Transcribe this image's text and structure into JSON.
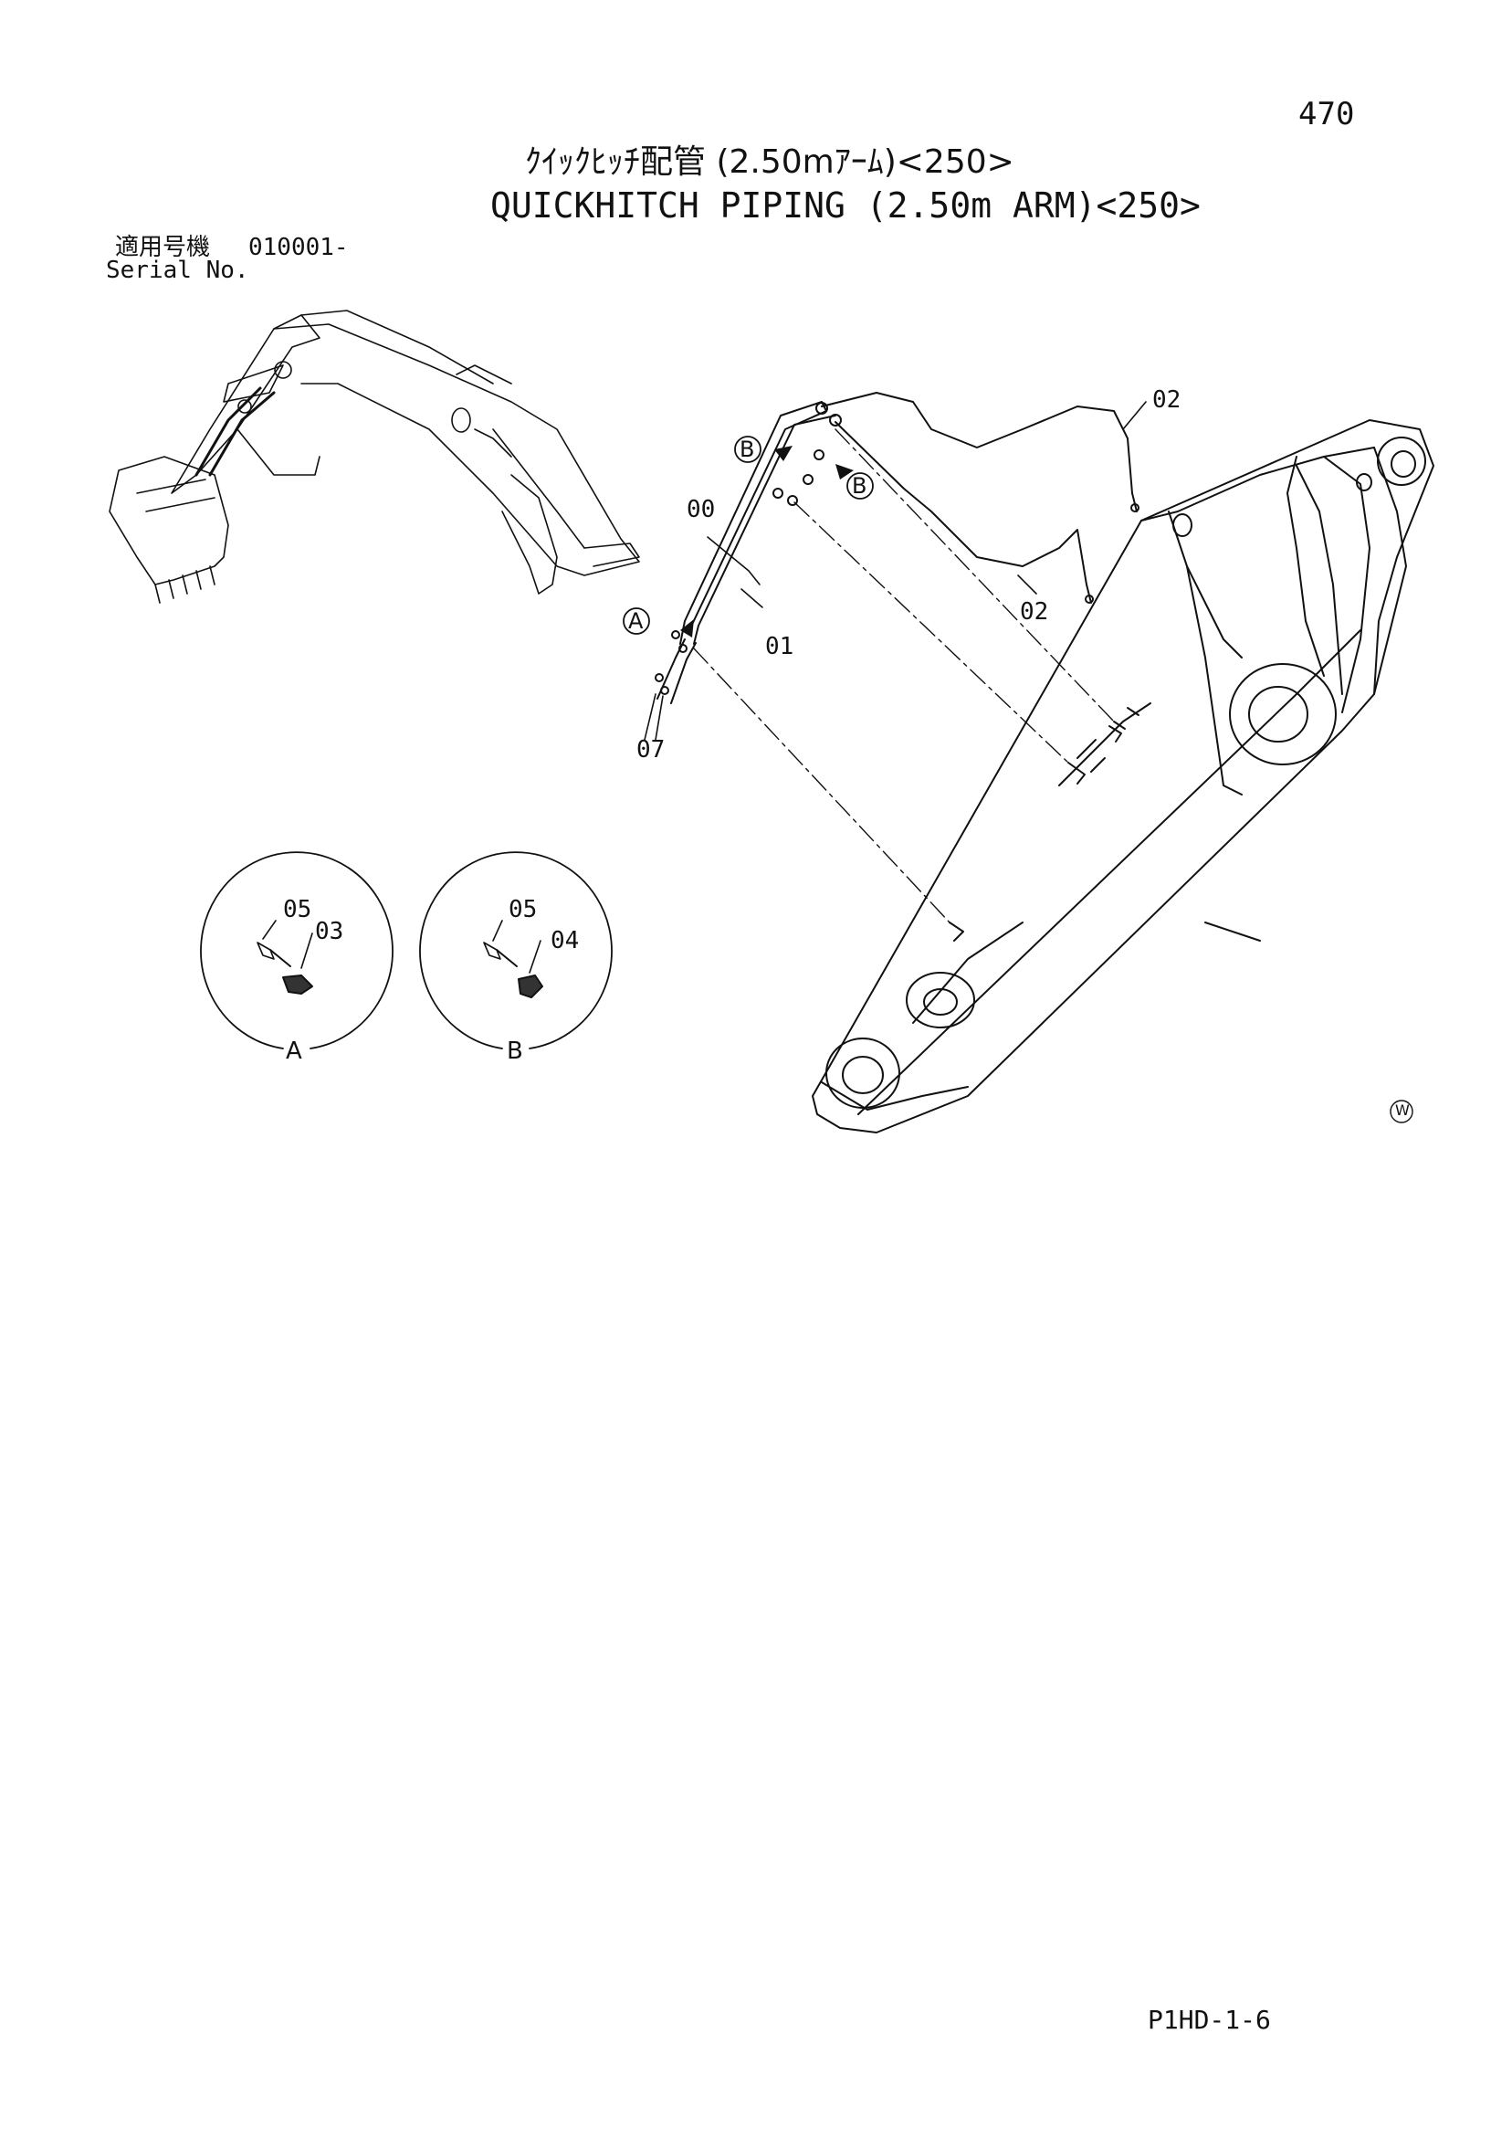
{
  "page_number": "470",
  "title_ja": "ｸｲｯｸﾋｯﾁ配管 (2.50mｱｰﾑ)<250>",
  "title_en": "QUICKHITCH PIPING (2.50m ARM)<250>",
  "serial": {
    "label_ja": "適用号機",
    "label_en": "Serial No.",
    "value": "010001-"
  },
  "callouts": {
    "p00": "00",
    "p01": "01",
    "p02a": "02",
    "p02b": "02",
    "p03": "03",
    "p04": "04",
    "p05a": "05",
    "p05b": "05",
    "p07": "07"
  },
  "view_markers": {
    "a": "A",
    "b": "B",
    "a2": "A",
    "b2": "B",
    "b3": "B"
  },
  "details": {
    "a_label": "A",
    "b_label": "B"
  },
  "stamp": "W",
  "footer_code": "P1HD-1-6"
}
